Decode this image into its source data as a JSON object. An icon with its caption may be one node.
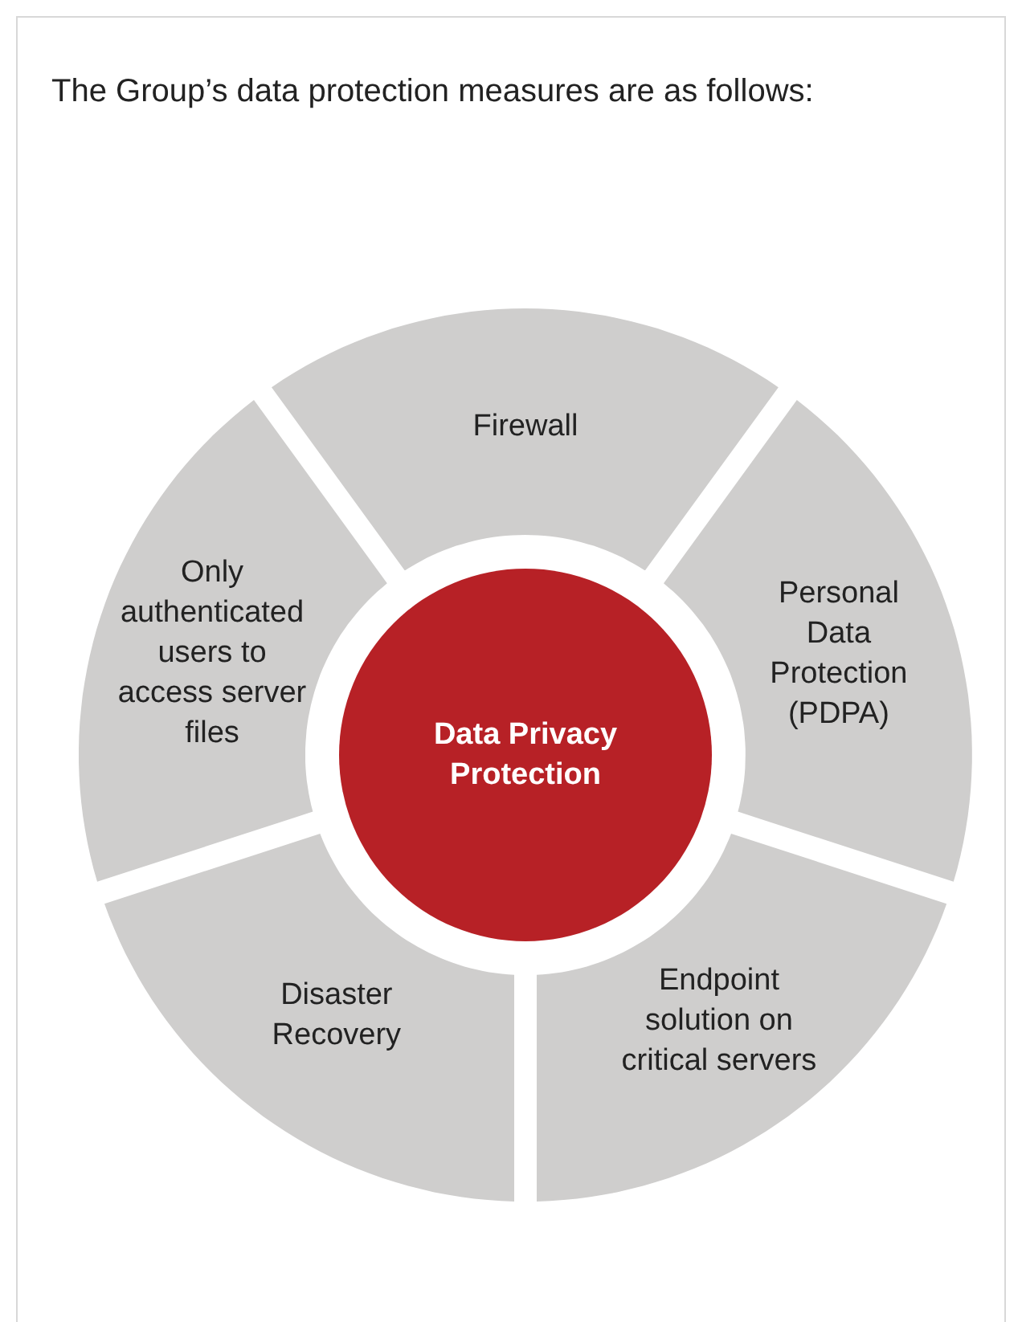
{
  "diagram": {
    "title": "The Group’s data protection measures are as follows:",
    "nodes": [
      {
        "text": [
          "Data Privacy Protection"
        ]
      },
      {
        "text": [
          "Firewall"
        ]
      },
      {
        "text": [
          "Personal Data Protection (PDPA)"
        ]
      },
      {
        "text": [
          "Endpoint solution on critical servers"
        ]
      },
      {
        "text": [
          "Disaster Recovery"
        ]
      },
      {
        "text": [
          "Only authenticated users to access server files"
        ]
      }
    ],
    "edges": []
  }
}
